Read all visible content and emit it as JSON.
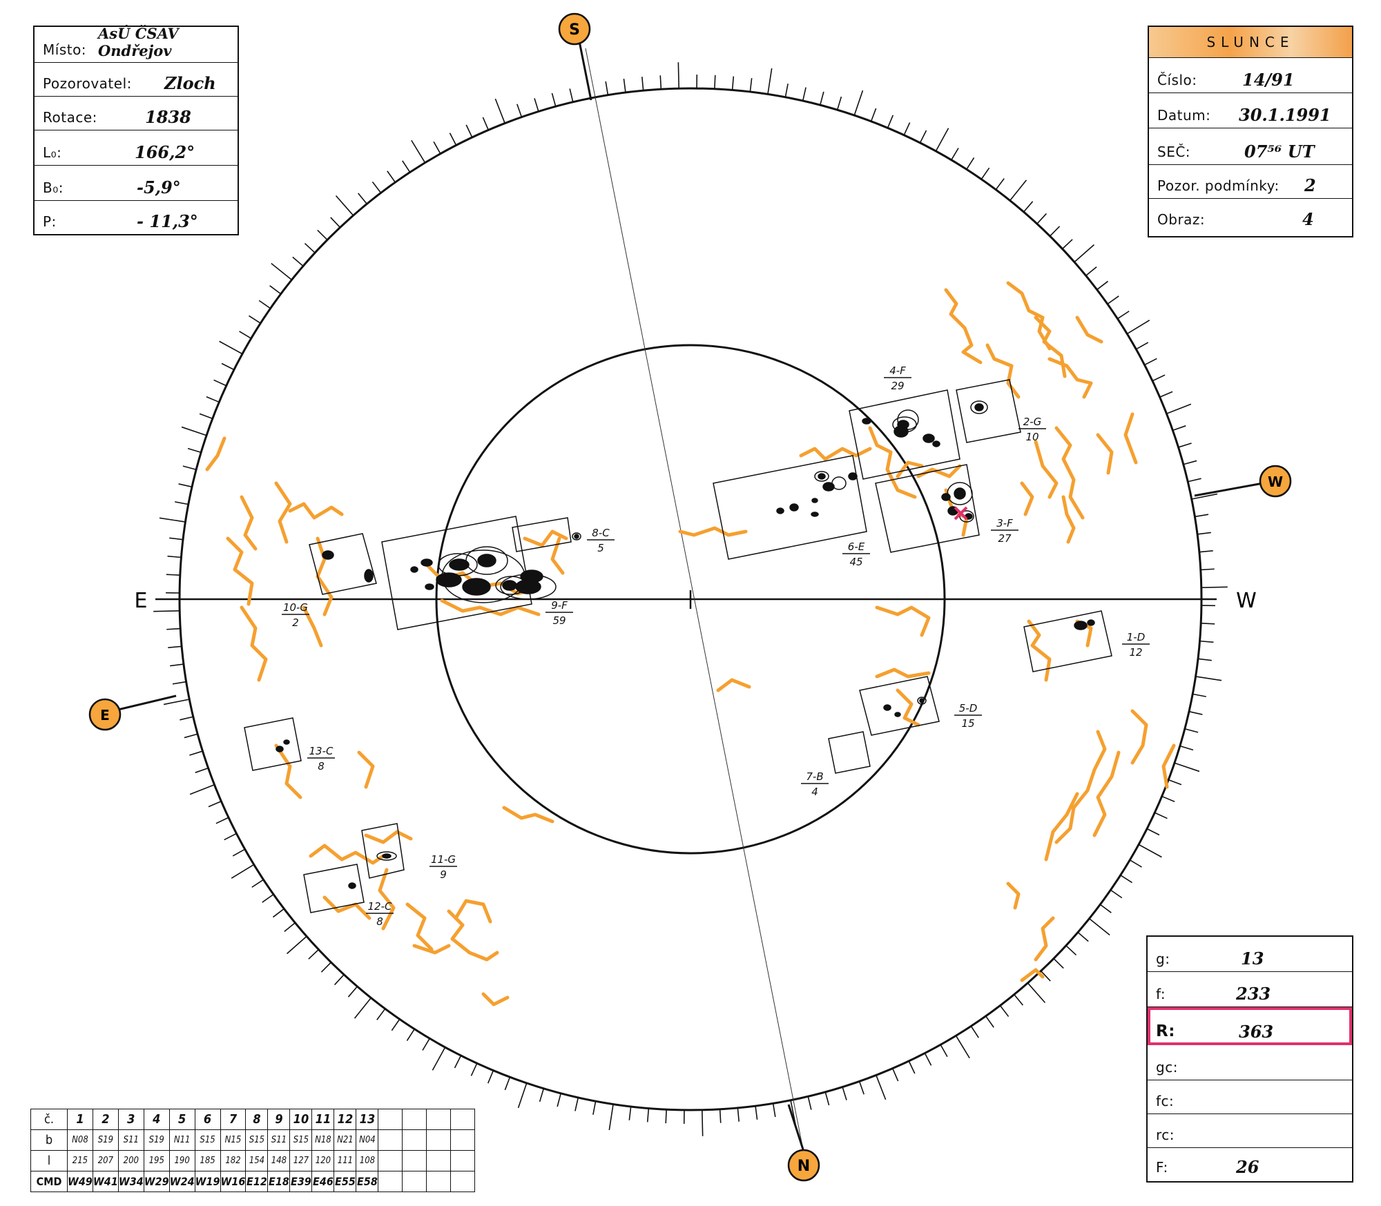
{
  "header_left": {
    "misto_label": "Místo:",
    "misto_value": "AsÚ ČSAV Ondřejov",
    "pozorovatel_label": "Pozorovatel:",
    "pozorovatel_value": "Zloch",
    "rotace_label": "Rotace:",
    "rotace_value": "1838",
    "l0_label": "L₀:",
    "l0_value": "166,2°",
    "b0_label": "B₀:",
    "b0_value": "-5,9°",
    "p_label": "P:",
    "p_value": "- 11,3°"
  },
  "header_right": {
    "title": "SLUNCE",
    "cislo_label": "Číslo:",
    "cislo_value": "14/91",
    "datum_label": "Datum:",
    "datum_value": "30.1.1991",
    "sec_label": "SEČ:",
    "sec_value": "07⁵⁶ UT",
    "podminky_label": "Pozor. podmínky:",
    "podminky_value": "2",
    "obraz_label": "Obraz:",
    "obraz_value": "4"
  },
  "counts": {
    "g_label": "g:",
    "g_value": "13",
    "f_label": "f:",
    "f_value": "233",
    "r_label": "R:",
    "r_value": "363",
    "gc_label": "gc:",
    "fc_label": "fc:",
    "rc_label": "rc:",
    "F_label": "F:",
    "F_value": "26"
  },
  "compass": {
    "s": "S",
    "n": "N",
    "e_axis": "E",
    "w_axis": "W",
    "e_badge": "E",
    "w_badge": "W"
  },
  "groups": [
    {
      "id": "1-D",
      "num": "12"
    },
    {
      "id": "2-G",
      "num": "10"
    },
    {
      "id": "3-F",
      "num": "27"
    },
    {
      "id": "4-F",
      "num": "29"
    },
    {
      "id": "5-D",
      "num": "15"
    },
    {
      "id": "6-E",
      "num": "45"
    },
    {
      "id": "7-B",
      "num": "4"
    },
    {
      "id": "8-C",
      "num": "5"
    },
    {
      "id": "9-F",
      "num": "59"
    },
    {
      "id": "10-G",
      "num": "2"
    },
    {
      "id": "11-G",
      "num": "9"
    },
    {
      "id": "12-C",
      "num": "8"
    },
    {
      "id": "13-C",
      "num": "8"
    }
  ],
  "table": {
    "row_labels": [
      "č.",
      "b",
      "l",
      "CMD"
    ],
    "numbers": [
      "1",
      "2",
      "3",
      "4",
      "5",
      "6",
      "7",
      "8",
      "9",
      "10",
      "11",
      "12",
      "13"
    ],
    "b": [
      "N08",
      "S19",
      "S11",
      "S19",
      "N11",
      "S15",
      "N15",
      "S15",
      "S11",
      "S15",
      "N18",
      "N21",
      "N04"
    ],
    "l": [
      "215",
      "207",
      "200",
      "195",
      "190",
      "185",
      "182",
      "154",
      "148",
      "127",
      "120",
      "111",
      "108"
    ],
    "cmd": [
      "W49",
      "W41",
      "W34",
      "W29",
      "W24",
      "W19",
      "W16",
      "E12",
      "E18",
      "E39",
      "E46",
      "E55",
      "E58"
    ]
  },
  "colors": {
    "faculae": "#f5a030",
    "badge": "#f6a63c",
    "highlight": "#e0306e",
    "ink": "#111111"
  }
}
